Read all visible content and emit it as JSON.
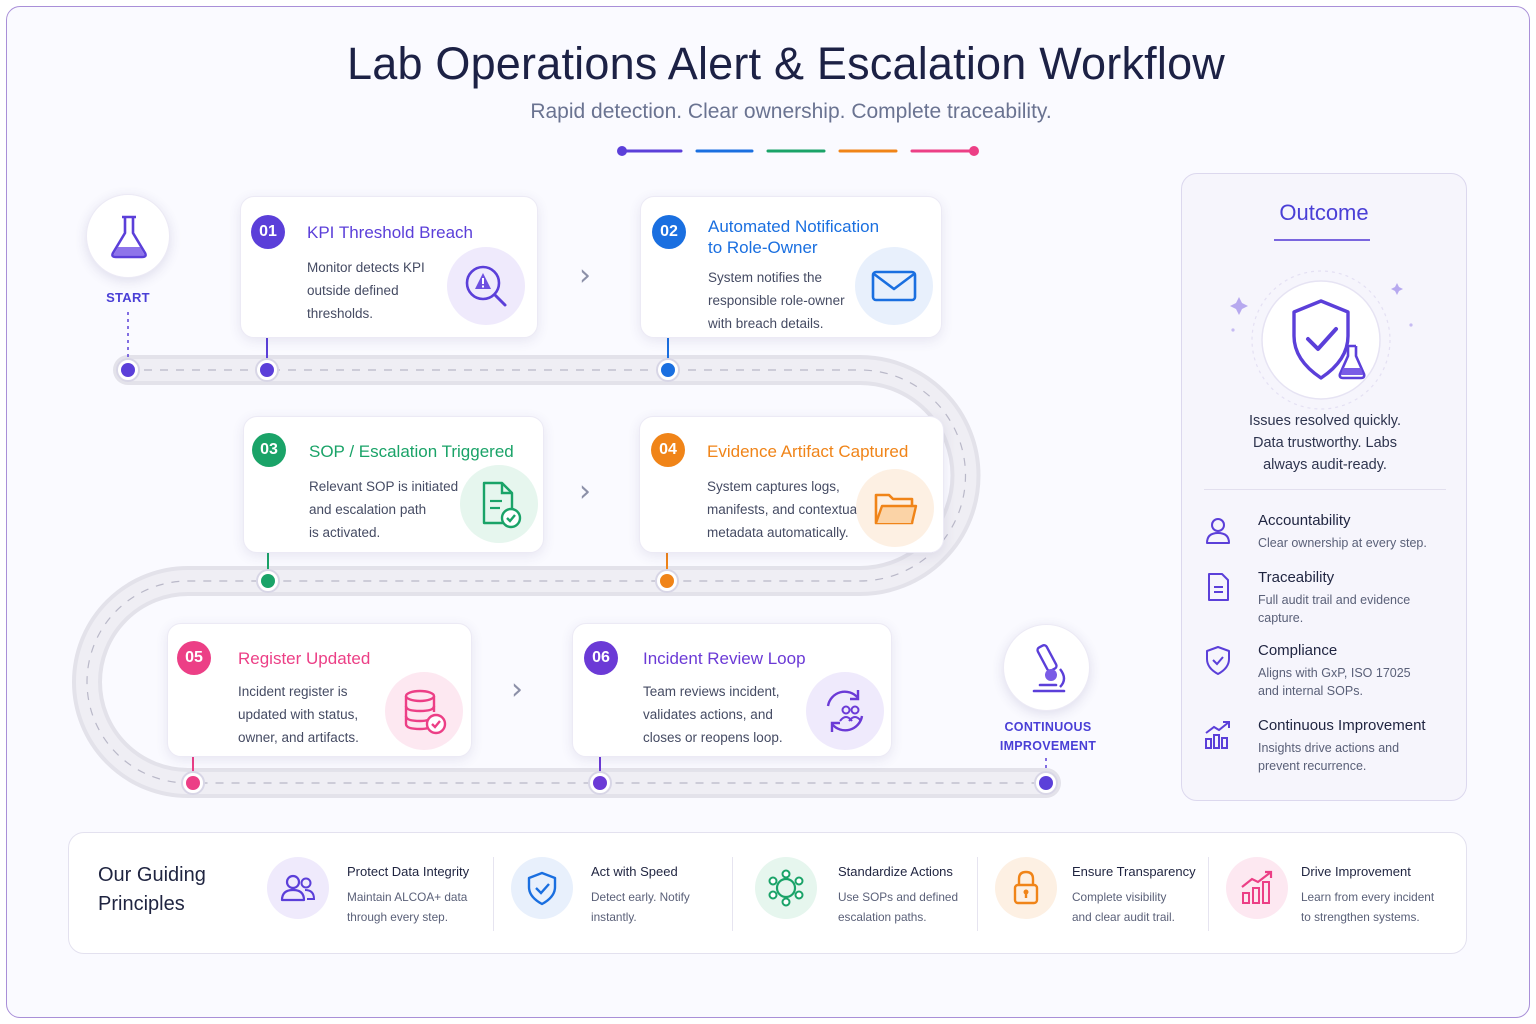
{
  "header": {
    "title": "Lab Operations Alert & Escalation Workflow",
    "subtitle": "Rapid detection. Clear ownership. Complete traceability."
  },
  "colors": {
    "purple": "#5b3fd9",
    "blue": "#1a6fe0",
    "green": "#1aa368",
    "orange": "#f08418",
    "pink": "#ec3f86",
    "violet": "#6b3ad6"
  },
  "start": {
    "label": "START",
    "icon": "flask-icon"
  },
  "continuous": {
    "label_line1": "CONTINUOUS",
    "label_line2": "IMPROVEMENT",
    "icon": "microscope-icon"
  },
  "steps": [
    {
      "num": "01",
      "title": "KPI Threshold Breach",
      "title2": "",
      "desc": [
        "Monitor detects KPI",
        "outside defined",
        "thresholds."
      ],
      "icon": "alert-search-icon"
    },
    {
      "num": "02",
      "title": "Automated Notification",
      "title2": "to Role-Owner",
      "desc": [
        "System notifies the",
        "responsible role-owner",
        "with breach details."
      ],
      "icon": "envelope-icon"
    },
    {
      "num": "03",
      "title": "SOP / Escalation Triggered",
      "title2": "",
      "desc": [
        "Relevant SOP is initiated",
        "and escalation path",
        "is activated."
      ],
      "icon": "document-check-icon"
    },
    {
      "num": "04",
      "title": "Evidence Artifact Captured",
      "title2": "",
      "desc": [
        "System captures logs,",
        "manifests, and contextual",
        "metadata automatically."
      ],
      "icon": "folder-icon"
    },
    {
      "num": "05",
      "title": "Register Updated",
      "title2": "",
      "desc": [
        "Incident register is",
        "updated with status,",
        "owner, and artifacts."
      ],
      "icon": "database-check-icon"
    },
    {
      "num": "06",
      "title": "Incident Review Loop",
      "title2": "",
      "desc": [
        "Team reviews incident,",
        "validates actions, and",
        "closes or reopens loop."
      ],
      "icon": "review-loop-icon"
    }
  ],
  "outcome": {
    "title": "Outcome",
    "text": [
      "Issues resolved quickly.",
      "Data trustworthy. Labs",
      "always audit-ready."
    ],
    "benefits": [
      {
        "title": "Accountability",
        "desc": "Clear ownership at every step.",
        "icon": "user-icon"
      },
      {
        "title": "Traceability",
        "desc": "Full audit trail and evidence capture.",
        "icon": "document-icon"
      },
      {
        "title": "Compliance",
        "desc": "Aligns with GxP, ISO 17025 and internal SOPs.",
        "icon": "shield-check-icon"
      },
      {
        "title": "Continuous Improvement",
        "desc": "Insights drive actions and prevent recurrence.",
        "icon": "growth-chart-icon"
      }
    ]
  },
  "principles": {
    "heading_line1": "Our Guiding",
    "heading_line2": "Principles",
    "items": [
      {
        "title": "Protect Data Integrity",
        "desc": [
          "Maintain ALCOA+ data",
          "through every step."
        ],
        "icon": "users-icon"
      },
      {
        "title": "Act with Speed",
        "desc": [
          "Detect early. Notify",
          "instantly."
        ],
        "icon": "shield-icon"
      },
      {
        "title": "Standardize Actions",
        "desc": [
          "Use SOPs and defined",
          "escalation paths."
        ],
        "icon": "network-icon"
      },
      {
        "title": "Ensure Transparency",
        "desc": [
          "Complete visibility",
          "and clear audit trail."
        ],
        "icon": "lock-icon"
      },
      {
        "title": "Drive Improvement",
        "desc": [
          "Learn from every incident",
          "to strengthen systems."
        ],
        "icon": "bar-growth-icon"
      }
    ]
  }
}
